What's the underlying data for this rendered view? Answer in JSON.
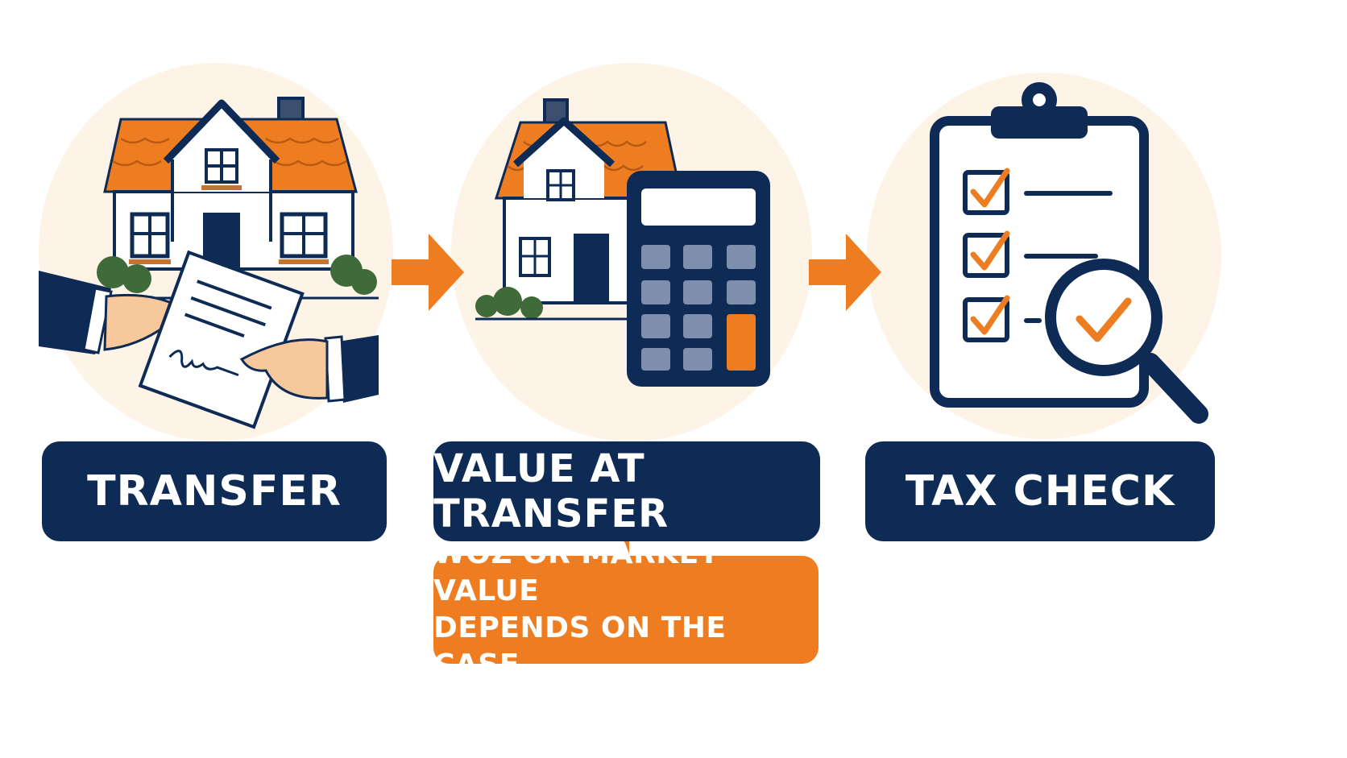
{
  "colors": {
    "navy": "#0e2b55",
    "orange": "#ee7d22",
    "circle_bg": "#fdf3e6",
    "skin": "#f7c89b",
    "bush": "#3f6b3a",
    "key": "#7e8fae"
  },
  "steps": [
    {
      "label": "TRANSFER",
      "icon": "house-handshake-contract-icon"
    },
    {
      "label": "VALUE AT TRANSFER",
      "icon": "house-calculator-icon"
    },
    {
      "label": "TAX CHECK",
      "icon": "clipboard-checklist-magnifier-icon"
    }
  ],
  "note": {
    "line1": "WOZ OR MARKET VALUE",
    "line2": "DEPENDS ON THE CASE"
  },
  "arrows": [
    "arrow-right-icon",
    "arrow-right-icon"
  ]
}
